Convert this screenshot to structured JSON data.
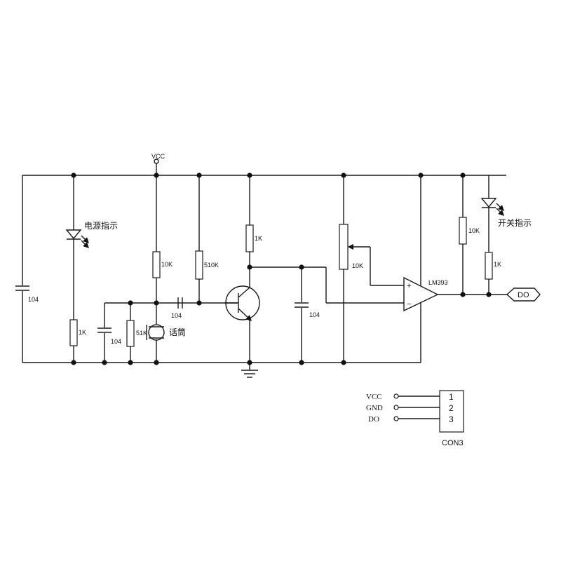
{
  "power": {
    "vcc": "VCC"
  },
  "components": {
    "c_supply": "104",
    "r_led_power": "1K",
    "led_power_label": "电源指示",
    "c_mic_filter": "104",
    "r_mic_shunt": "51K",
    "r_mic_bias": "10K",
    "c_coupling": "104",
    "r_base_bias": "510K",
    "r_collector": "1K",
    "c_comparator_input": "104",
    "pot_threshold": "10K",
    "comparator": "LM393",
    "comp_plus": "+",
    "comp_minus": "−",
    "r_pullup": "10K",
    "r_led_switch": "1K",
    "led_switch_label": "开关指示",
    "mic_label": "话筒",
    "output_label": "DO"
  },
  "connector": {
    "name": "CON3",
    "pins": [
      {
        "number": "1",
        "signal": "VCC"
      },
      {
        "number": "2",
        "signal": "GND"
      },
      {
        "number": "3",
        "signal": "DO"
      }
    ]
  }
}
